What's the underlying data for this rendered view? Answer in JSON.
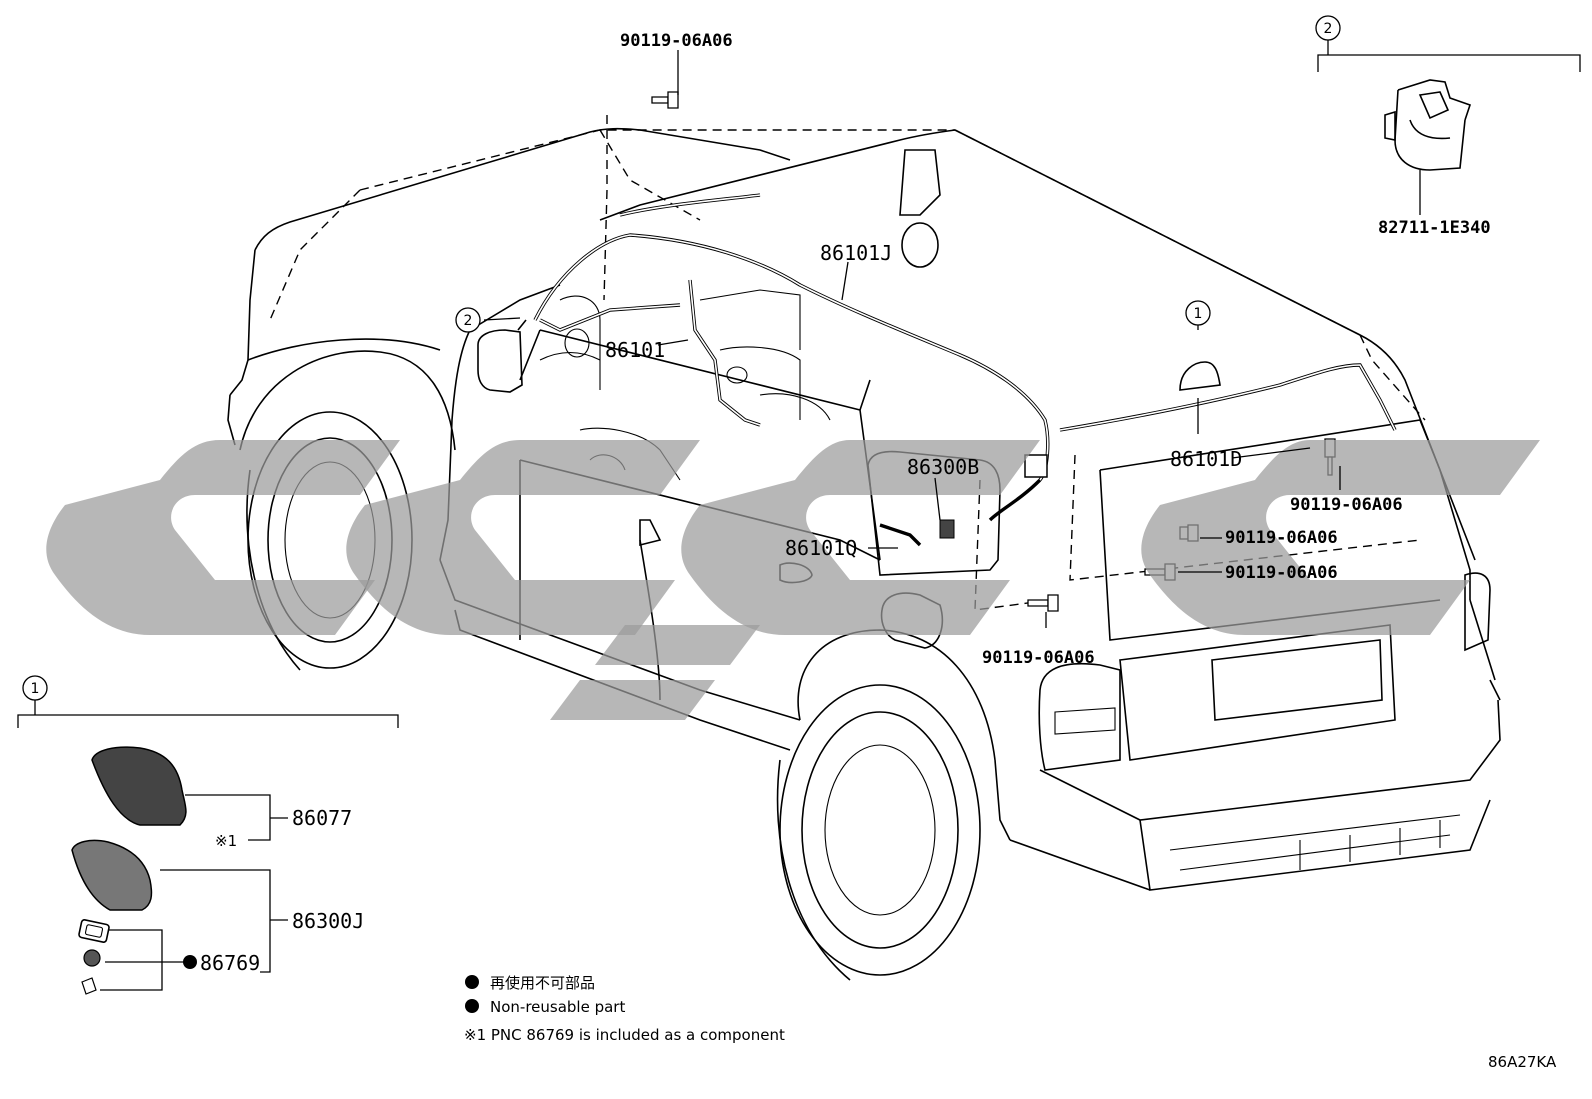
{
  "labels": {
    "bolt_top": "90119-06A06",
    "harness_j": "86101J",
    "harness_main": "86101",
    "harness_d": "86101D",
    "harness_q": "86101Q",
    "antenna_b": "86300B",
    "bolt_right_1": "90119-06A06",
    "bolt_right_2": "90119-06A06",
    "bolt_right_3": "90119-06A06",
    "bolt_bottom": "90119-06A06",
    "clamp": "82711-1E340",
    "cover": "86077",
    "antenna_j": "86300J",
    "gasket": "86769",
    "note_mark": "※1"
  },
  "callouts": {
    "one": "1",
    "two": "2"
  },
  "legend": {
    "non_reusable_jp": "再使用不可部品",
    "non_reusable_en": "Non-reusable part",
    "note": "※1 PNC 86769 is included as a component"
  },
  "diagram_code": "86A27KA",
  "colors": {
    "ink": "#000000",
    "watermark": "#9b9b9b",
    "background": "#ffffff"
  }
}
